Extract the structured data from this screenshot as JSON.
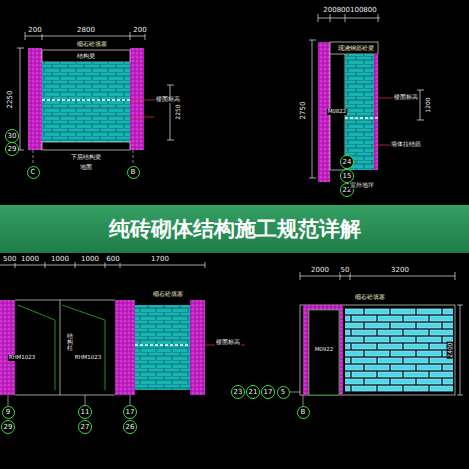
{
  "diagram": {
    "title": "纯砖砌体结构施工规范详解",
    "nodes": [
      {
        "text": [
          "C"
        ]
      },
      {
        "text": [
          "B"
        ]
      },
      {
        "text": [
          "30"
        ]
      },
      {
        "text": [
          "29"
        ]
      },
      {
        "text": [
          "24"
        ]
      },
      {
        "text": [
          "15"
        ]
      },
      {
        "text": [
          "22"
        ]
      },
      {
        "text": [
          "9"
        ]
      },
      {
        "text": [
          "29"
        ]
      },
      {
        "text": [
          "11"
        ]
      },
      {
        "text": [
          "27"
        ]
      },
      {
        "text": [
          "17"
        ]
      },
      {
        "text": [
          "26"
        ]
      },
      {
        "text": [
          "23"
        ]
      },
      {
        "text": [
          "21"
        ]
      },
      {
        "text": [
          "17"
        ]
      },
      {
        "text": [
          "5"
        ]
      },
      {
        "text": [
          "B"
        ]
      }
    ],
    "labels": [
      "200",
      "2800",
      "200",
      "2250",
      "细石砼填塞",
      "结构梁",
      "楼面标高",
      "2250",
      "下层结构梁",
      "地面",
      "200800100800",
      "2750",
      "现浇钢筋砼梁",
      "M0822",
      "楼面标高",
      "1200",
      "墙体拉结筋",
      "室外地坪",
      "500",
      "1000",
      "1000",
      "1000",
      "600",
      "1700",
      "细石砼填塞",
      "RHM1023",
      "RHM1023",
      "结构柱",
      "楼面标高",
      "2000",
      "50",
      "3200",
      "细石砼填塞",
      "M0922",
      "2400"
    ]
  }
}
